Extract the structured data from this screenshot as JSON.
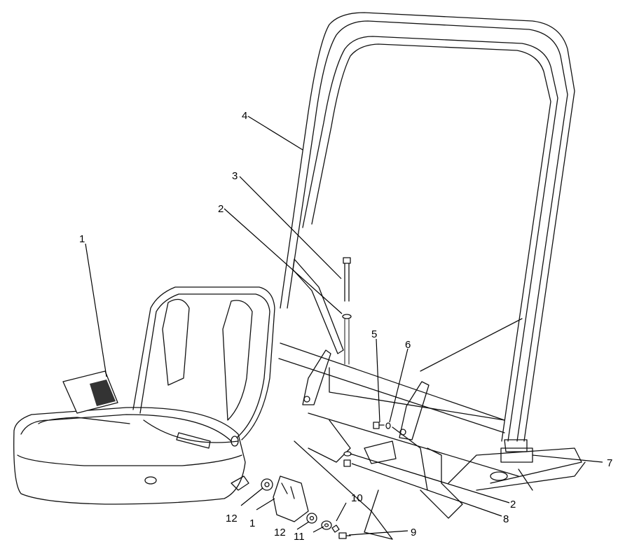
{
  "diagram": {
    "callouts": [
      {
        "id": "c1a",
        "text": "1"
      },
      {
        "id": "c1b",
        "text": "1"
      },
      {
        "id": "c2a",
        "text": "2"
      },
      {
        "id": "c2b",
        "text": "2"
      },
      {
        "id": "c3",
        "text": "3"
      },
      {
        "id": "c4",
        "text": "4"
      },
      {
        "id": "c5",
        "text": "5"
      },
      {
        "id": "c6",
        "text": "6"
      },
      {
        "id": "c7",
        "text": "7"
      },
      {
        "id": "c8",
        "text": "8"
      },
      {
        "id": "c9",
        "text": "9"
      },
      {
        "id": "c10",
        "text": "10"
      },
      {
        "id": "c11",
        "text": "11"
      },
      {
        "id": "c12a",
        "text": "12"
      },
      {
        "id": "c12b",
        "text": "12"
      }
    ]
  }
}
